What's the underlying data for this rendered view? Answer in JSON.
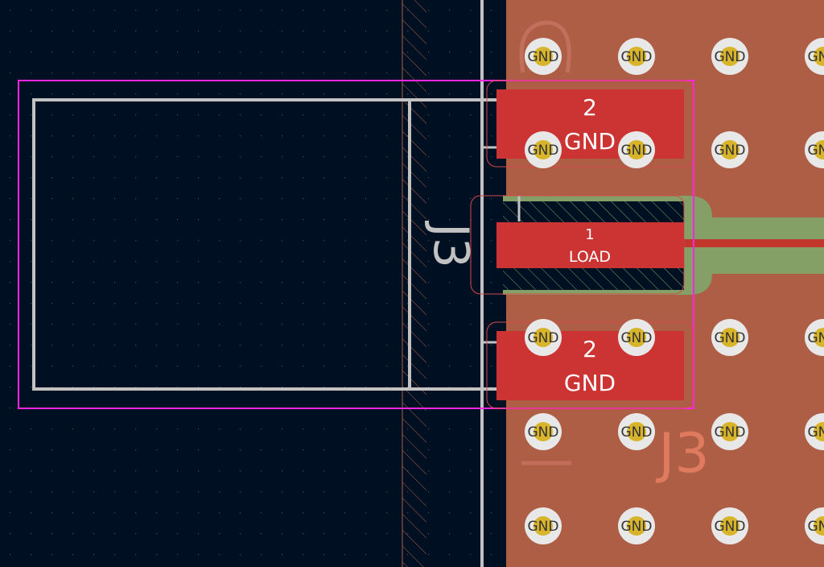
{
  "board": {
    "background_color": "#001023",
    "copper_color": "#ad5e45",
    "pad_color": "#cc3333",
    "via_color": "#e8e8e8",
    "via_hole_color": "#d8b42a",
    "track_color": "#84a066",
    "courtyard_color": "#ff26e2",
    "fab_color": "#c2c2c2",
    "silk_label_color": "#e07a5f"
  },
  "pads": {
    "top": {
      "number": "2",
      "net": "GND"
    },
    "mid": {
      "number": "1",
      "net": "LOAD"
    },
    "bottom": {
      "number": "2",
      "net": "GND"
    }
  },
  "vias": {
    "label": "GND"
  },
  "refdes": {
    "silk": "J3",
    "fab": "J3"
  }
}
